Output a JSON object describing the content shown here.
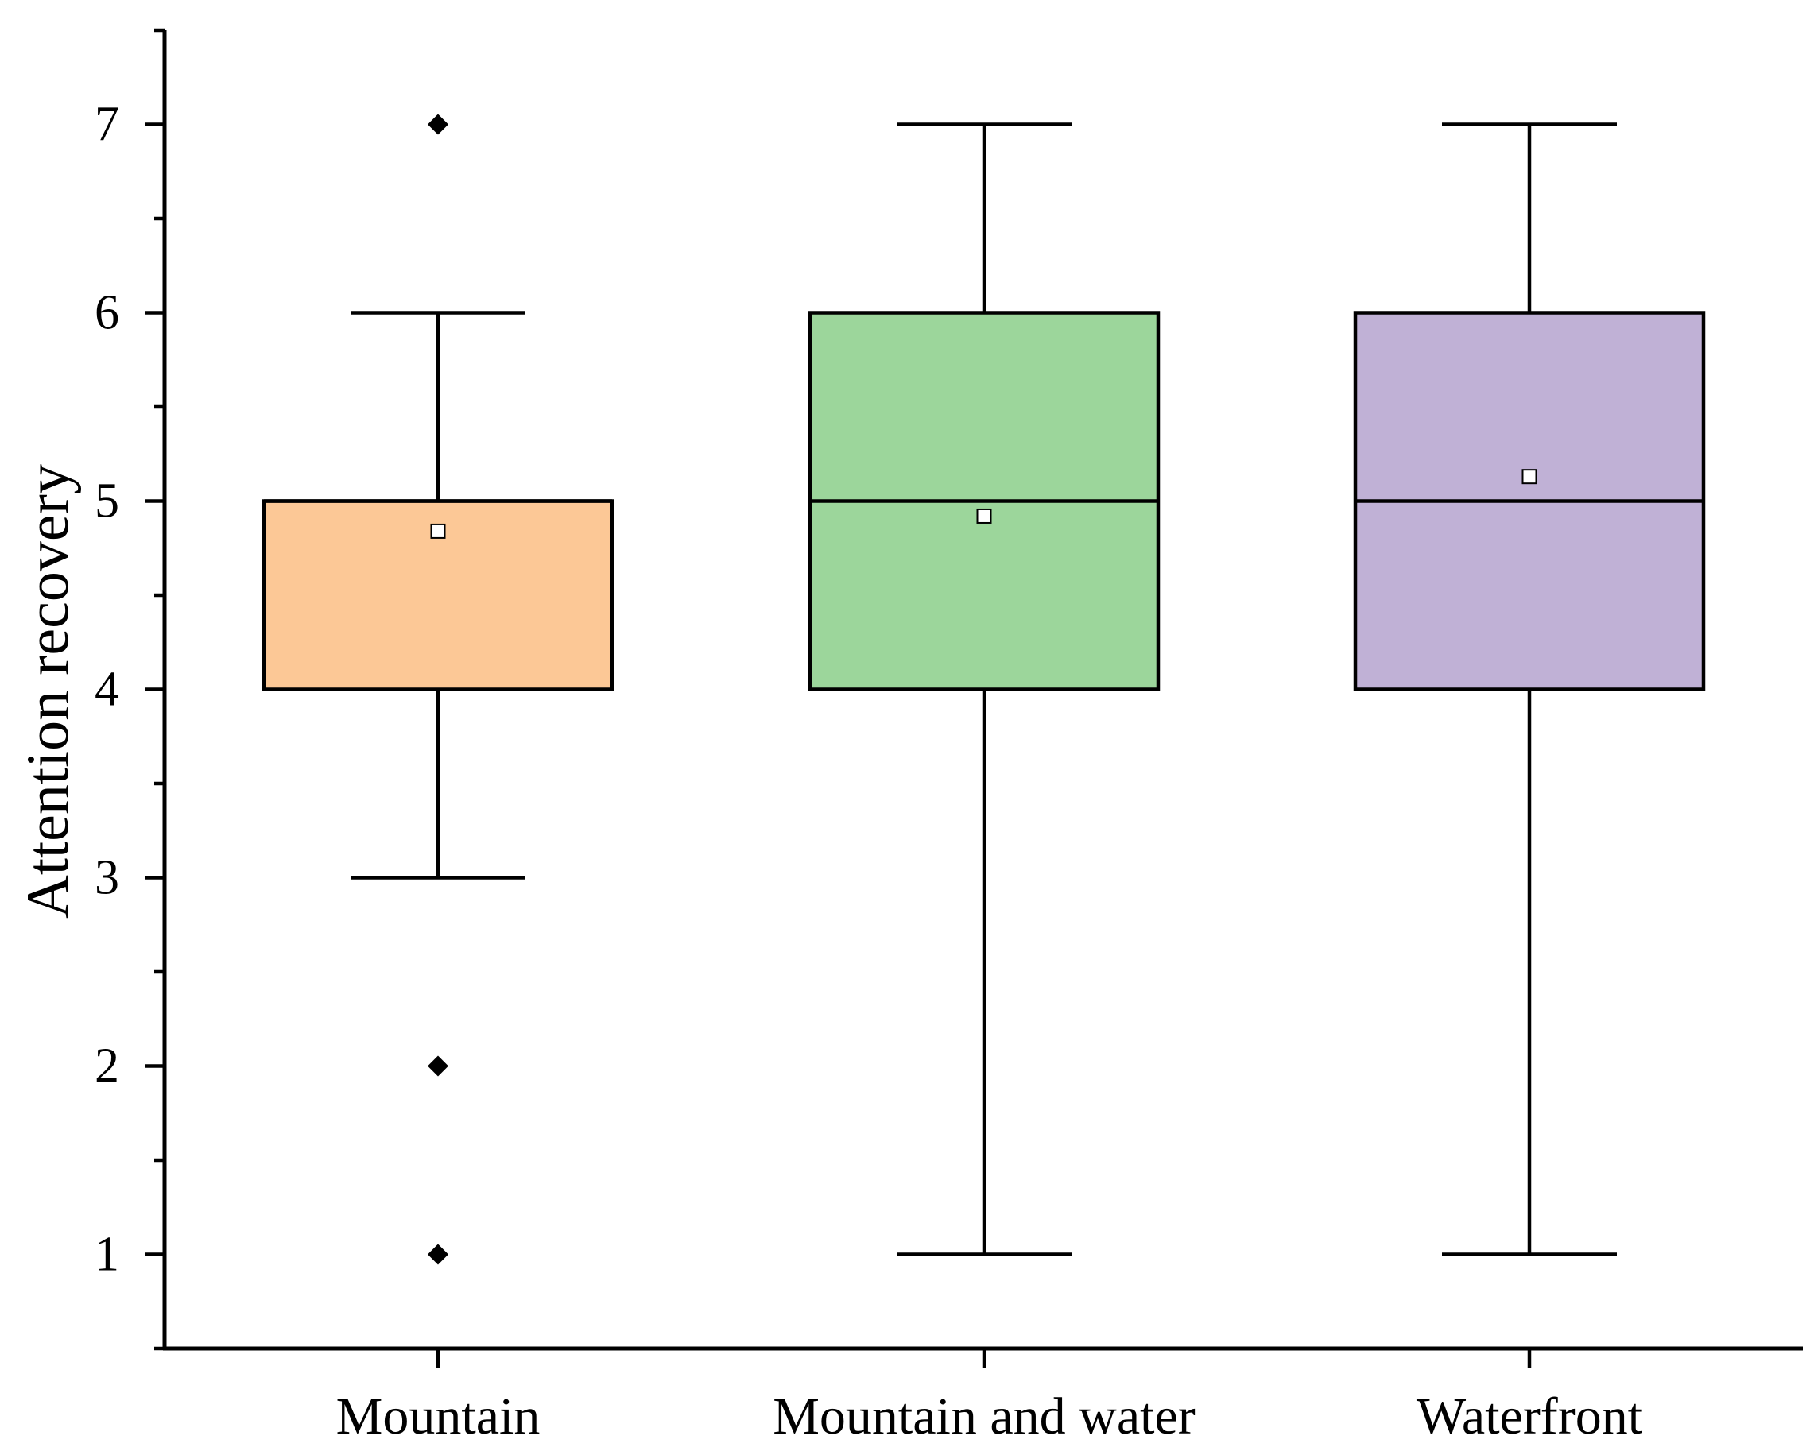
{
  "chart_data": {
    "type": "box",
    "ylabel": "Attention recovery",
    "ylim": [
      0.5,
      7.5
    ],
    "yticks": [
      "1",
      "2",
      "3",
      "4",
      "5",
      "6",
      "7"
    ],
    "categories": [
      "Mountain",
      "Mountain and water",
      "Waterfront"
    ],
    "boxes": [
      {
        "category": "Mountain",
        "whisker_low": 3,
        "q1": 4,
        "median": 5,
        "q3": 5,
        "whisker_high": 6,
        "mean": 4.84,
        "outliers": [
          1,
          2,
          7
        ],
        "color": "#FCC896"
      },
      {
        "category": "Mountain and water",
        "whisker_low": 1,
        "q1": 4,
        "median": 5,
        "q3": 6,
        "whisker_high": 7,
        "mean": 4.92,
        "outliers": [],
        "color": "#9CD69B"
      },
      {
        "category": "Waterfront",
        "whisker_low": 1,
        "q1": 4,
        "median": 5,
        "q3": 6,
        "whisker_high": 7,
        "mean": 5.13,
        "outliers": [],
        "color": "#C0B1D6"
      }
    ],
    "grid": false,
    "legend": "none"
  }
}
